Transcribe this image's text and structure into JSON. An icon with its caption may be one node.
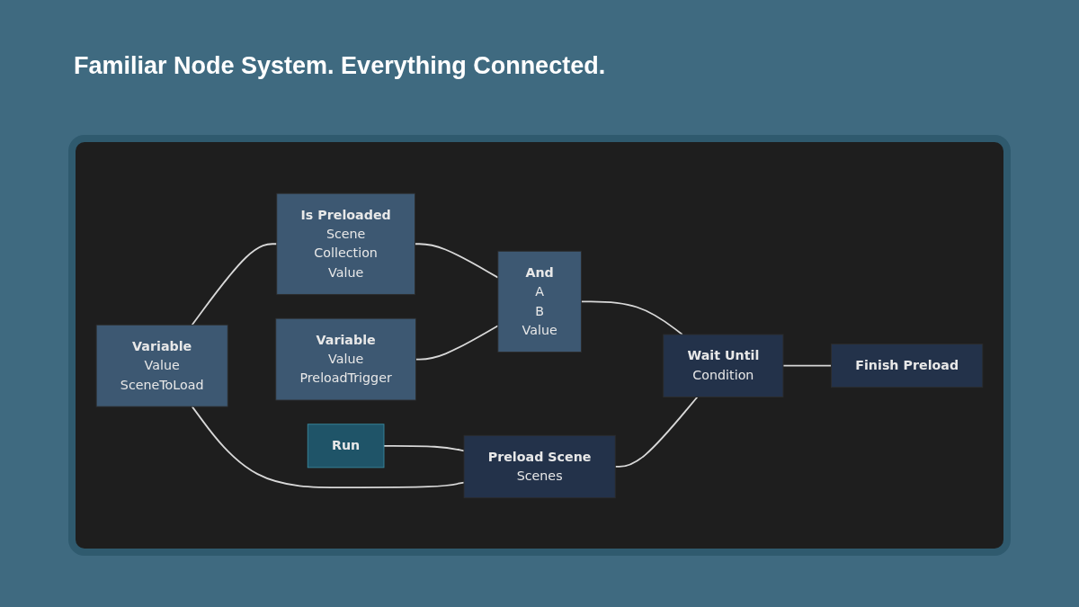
{
  "diagram": {
    "title": "Familiar Node System. Everything Connected.",
    "nodes": [
      {
        "text": [
          "Run"
        ]
      },
      {
        "text": [
          "Variable",
          "Value",
          "SceneToLoad"
        ]
      },
      {
        "text": [
          "Preload Scene",
          "Scenes"
        ]
      },
      {
        "text": [
          "Is Preloaded",
          "Scene",
          "Collection",
          "Value"
        ]
      },
      {
        "text": [
          "Variable",
          "Value",
          "PreloadTrigger"
        ]
      },
      {
        "text": [
          "And",
          "A",
          "B",
          "Value"
        ]
      },
      {
        "text": [
          "Wait Until",
          "Condition"
        ]
      },
      {
        "text": [
          "Finish Preload"
        ]
      }
    ],
    "edges": [
      {
        "from": 0,
        "to": 2,
        "arrow": "none"
      },
      {
        "from": 1,
        "to": 2,
        "arrow": "none"
      },
      {
        "from": 1,
        "to": 3,
        "arrow": "none"
      },
      {
        "from": 3,
        "to": 5,
        "arrow": "none"
      },
      {
        "from": 4,
        "to": 5,
        "arrow": "none"
      },
      {
        "from": 5,
        "to": 6,
        "arrow": "none"
      },
      {
        "from": 2,
        "to": 6,
        "arrow": "none"
      },
      {
        "from": 6,
        "to": 7,
        "arrow": "none"
      }
    ]
  }
}
